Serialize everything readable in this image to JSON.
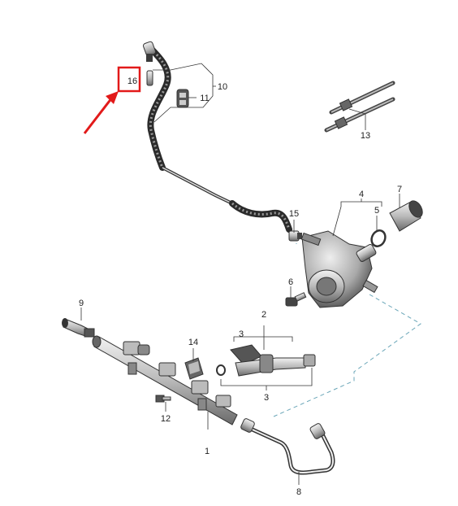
{
  "callouts": {
    "c1": "1",
    "c2": "2",
    "c3a": "3",
    "c3b": "3",
    "c4": "4",
    "c5": "5",
    "c6": "6",
    "c7": "7",
    "c8": "8",
    "c9": "9",
    "c10": "10",
    "c11": "11",
    "c12": "12",
    "c13": "13",
    "c14": "14",
    "c15": "15",
    "c16": "16"
  },
  "highlight": {
    "color": "#e21a1a",
    "target": "16"
  }
}
